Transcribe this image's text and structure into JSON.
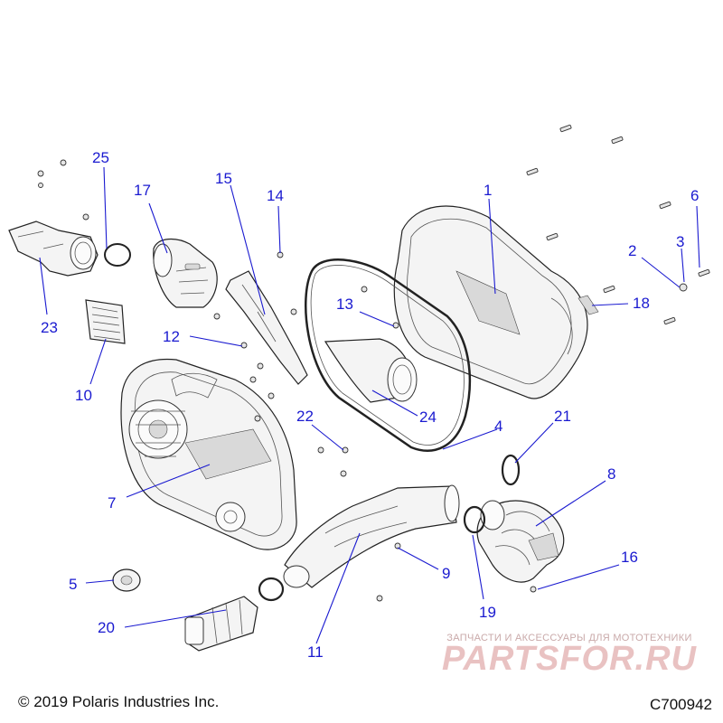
{
  "callouts": [
    {
      "id": "c1",
      "label": "1"
    },
    {
      "id": "c2",
      "label": "2"
    },
    {
      "id": "c3",
      "label": "3"
    },
    {
      "id": "c4",
      "label": "4"
    },
    {
      "id": "c5",
      "label": "5"
    },
    {
      "id": "c6",
      "label": "6"
    },
    {
      "id": "c7",
      "label": "7"
    },
    {
      "id": "c8",
      "label": "8"
    },
    {
      "id": "c9",
      "label": "9"
    },
    {
      "id": "c10",
      "label": "10"
    },
    {
      "id": "c11",
      "label": "11"
    },
    {
      "id": "c12",
      "label": "12"
    },
    {
      "id": "c13",
      "label": "13"
    },
    {
      "id": "c14",
      "label": "14"
    },
    {
      "id": "c15",
      "label": "15"
    },
    {
      "id": "c16",
      "label": "16"
    },
    {
      "id": "c17",
      "label": "17"
    },
    {
      "id": "c18",
      "label": "18"
    },
    {
      "id": "c19",
      "label": "19"
    },
    {
      "id": "c20",
      "label": "20"
    },
    {
      "id": "c21",
      "label": "21"
    },
    {
      "id": "c22",
      "label": "22"
    },
    {
      "id": "c23",
      "label": "23"
    },
    {
      "id": "c24",
      "label": "24"
    },
    {
      "id": "c25",
      "label": "25"
    }
  ],
  "footer": {
    "copyright": "© 2019 Polaris Industries Inc.",
    "figure_id": "C700942"
  },
  "watermark": {
    "tagline": "ЗАПЧАСТИ И АКСЕССУАРЫ ДЛЯ МОТОТЕХНИКИ",
    "logo_text": "PARTSFOR.RU"
  },
  "colors": {
    "callout": "#1a1ad0",
    "line_art": "#222222",
    "watermark": "#e9c2c2"
  }
}
